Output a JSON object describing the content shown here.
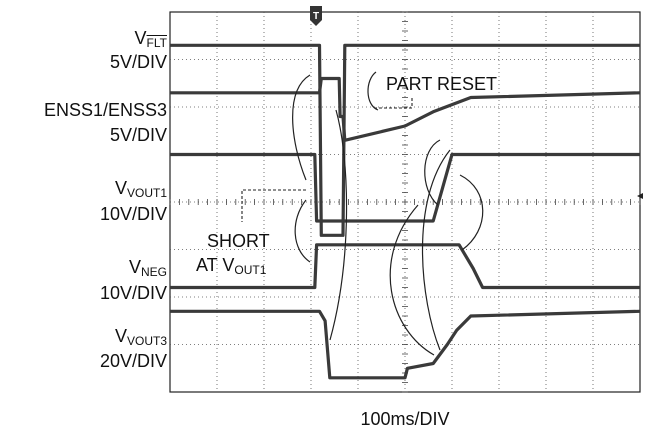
{
  "labels": {
    "vflt_prefix": "V",
    "vflt_sub": "FLT",
    "vflt_scale": "5V/DIV",
    "enss": "ENSS1/ENSS3",
    "enss_scale": "5V/DIV",
    "vout1_prefix": "V",
    "vout1_sub": "VOUT1",
    "vout1_scale": "10V/DIV",
    "vneg_prefix": "V",
    "vneg_sub": "NEG",
    "vneg_scale": "10V/DIV",
    "vout3_prefix": "V",
    "vout3_sub": "VOUT3",
    "vout3_scale": "20V/DIV"
  },
  "annotations": {
    "part_reset": "PART RESET",
    "short_line1": "SHORT",
    "short_line2_prefix": "AT V",
    "short_line2_sub": "OUT1"
  },
  "trigger_marker": "T",
  "chart_data": {
    "type": "line",
    "title": "",
    "xlabel": "100ms/DIV",
    "ylabel": "",
    "x_unit": "ms",
    "xlim": [
      0,
      1000
    ],
    "divisions": {
      "x": 10,
      "y": 8
    },
    "grid": true,
    "series": [
      {
        "name": "VFLT",
        "scale": "5V/DIV",
        "x": [
          0,
          318,
          322,
          368,
          372,
          1000
        ],
        "y": [
          7.3,
          7.3,
          3.3,
          3.3,
          7.3,
          7.3
        ]
      },
      {
        "name": "ENSS1/ENSS3",
        "scale": "5V/DIV",
        "x": [
          0,
          318,
          322,
          360,
          362,
          368,
          372,
          500,
          560,
          640,
          1000
        ],
        "y": [
          6.3,
          6.3,
          6.6,
          6.6,
          5.8,
          5.8,
          5.3,
          5.6,
          5.9,
          6.2,
          6.3
        ]
      },
      {
        "name": "VVOUT1",
        "scale": "10V/DIV",
        "x": [
          0,
          308,
          312,
          560,
          580,
          600,
          1000
        ],
        "y": [
          5.0,
          5.0,
          3.6,
          3.6,
          4.3,
          5.0,
          5.0
        ]
      },
      {
        "name": "VNEG",
        "scale": "10V/DIV",
        "x": [
          0,
          308,
          312,
          615,
          645,
          665,
          1000
        ],
        "y": [
          2.2,
          2.2,
          3.1,
          3.1,
          2.6,
          2.2,
          2.2
        ]
      },
      {
        "name": "VVOUT3",
        "scale": "20V/DIV",
        "x": [
          0,
          318,
          330,
          340,
          500,
          505,
          560,
          590,
          610,
          640,
          1000
        ],
        "y": [
          1.7,
          1.7,
          1.5,
          0.3,
          0.3,
          0.5,
          0.6,
          1.0,
          1.3,
          1.6,
          1.7
        ]
      }
    ]
  }
}
